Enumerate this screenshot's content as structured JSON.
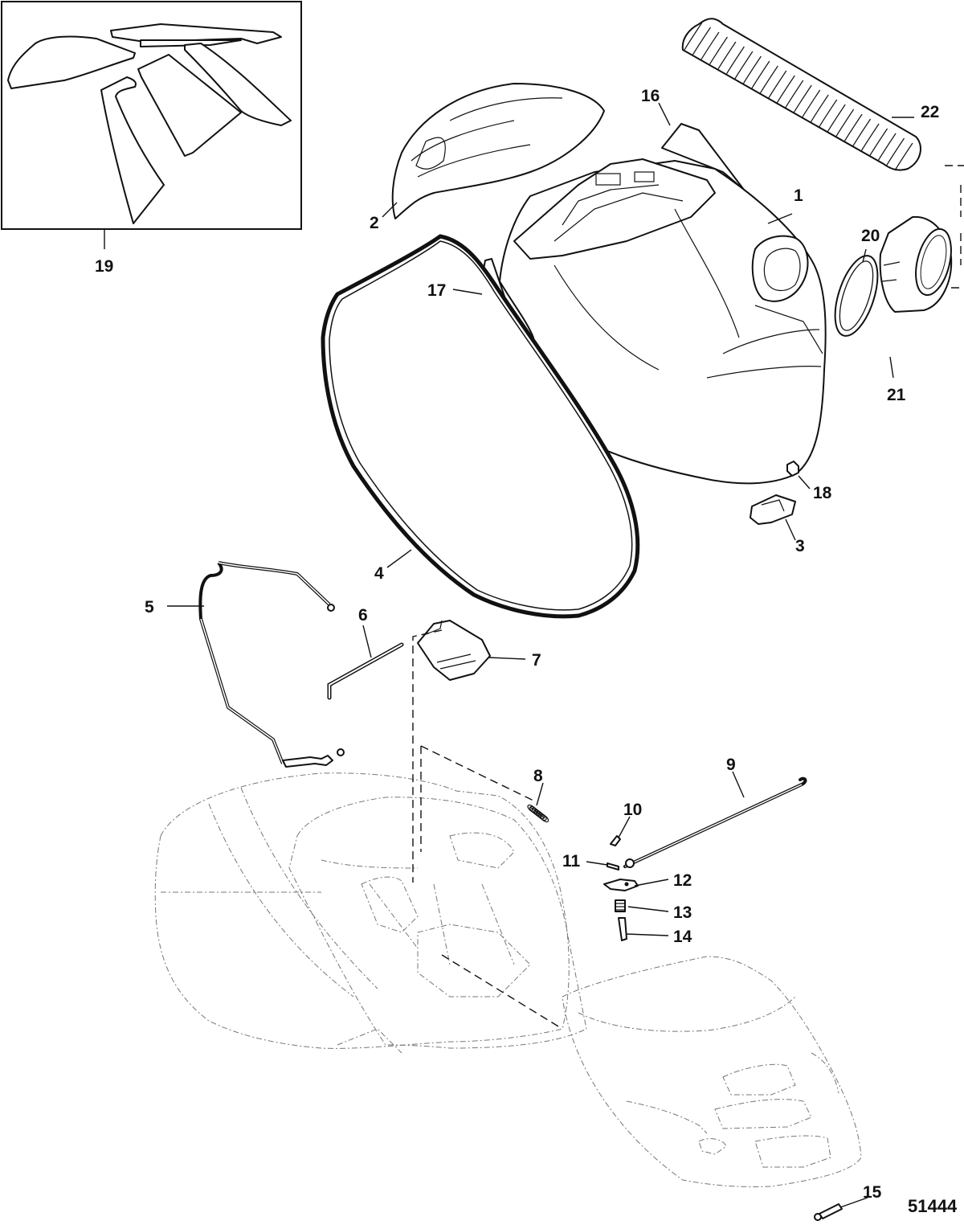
{
  "figure_number": "51444",
  "callouts": [
    {
      "id": "1",
      "label": "1"
    },
    {
      "id": "2",
      "label": "2"
    },
    {
      "id": "3",
      "label": "3"
    },
    {
      "id": "4",
      "label": "4"
    },
    {
      "id": "5",
      "label": "5"
    },
    {
      "id": "6",
      "label": "6"
    },
    {
      "id": "7",
      "label": "7"
    },
    {
      "id": "8",
      "label": "8"
    },
    {
      "id": "9",
      "label": "9"
    },
    {
      "id": "10",
      "label": "10"
    },
    {
      "id": "11",
      "label": "11"
    },
    {
      "id": "12",
      "label": "12"
    },
    {
      "id": "13",
      "label": "13"
    },
    {
      "id": "14",
      "label": "14"
    },
    {
      "id": "15",
      "label": "15"
    },
    {
      "id": "16",
      "label": "16"
    },
    {
      "id": "17",
      "label": "17"
    },
    {
      "id": "18",
      "label": "18"
    },
    {
      "id": "19",
      "label": "19"
    },
    {
      "id": "20",
      "label": "20"
    },
    {
      "id": "21",
      "label": "21"
    },
    {
      "id": "22",
      "label": "22"
    }
  ]
}
